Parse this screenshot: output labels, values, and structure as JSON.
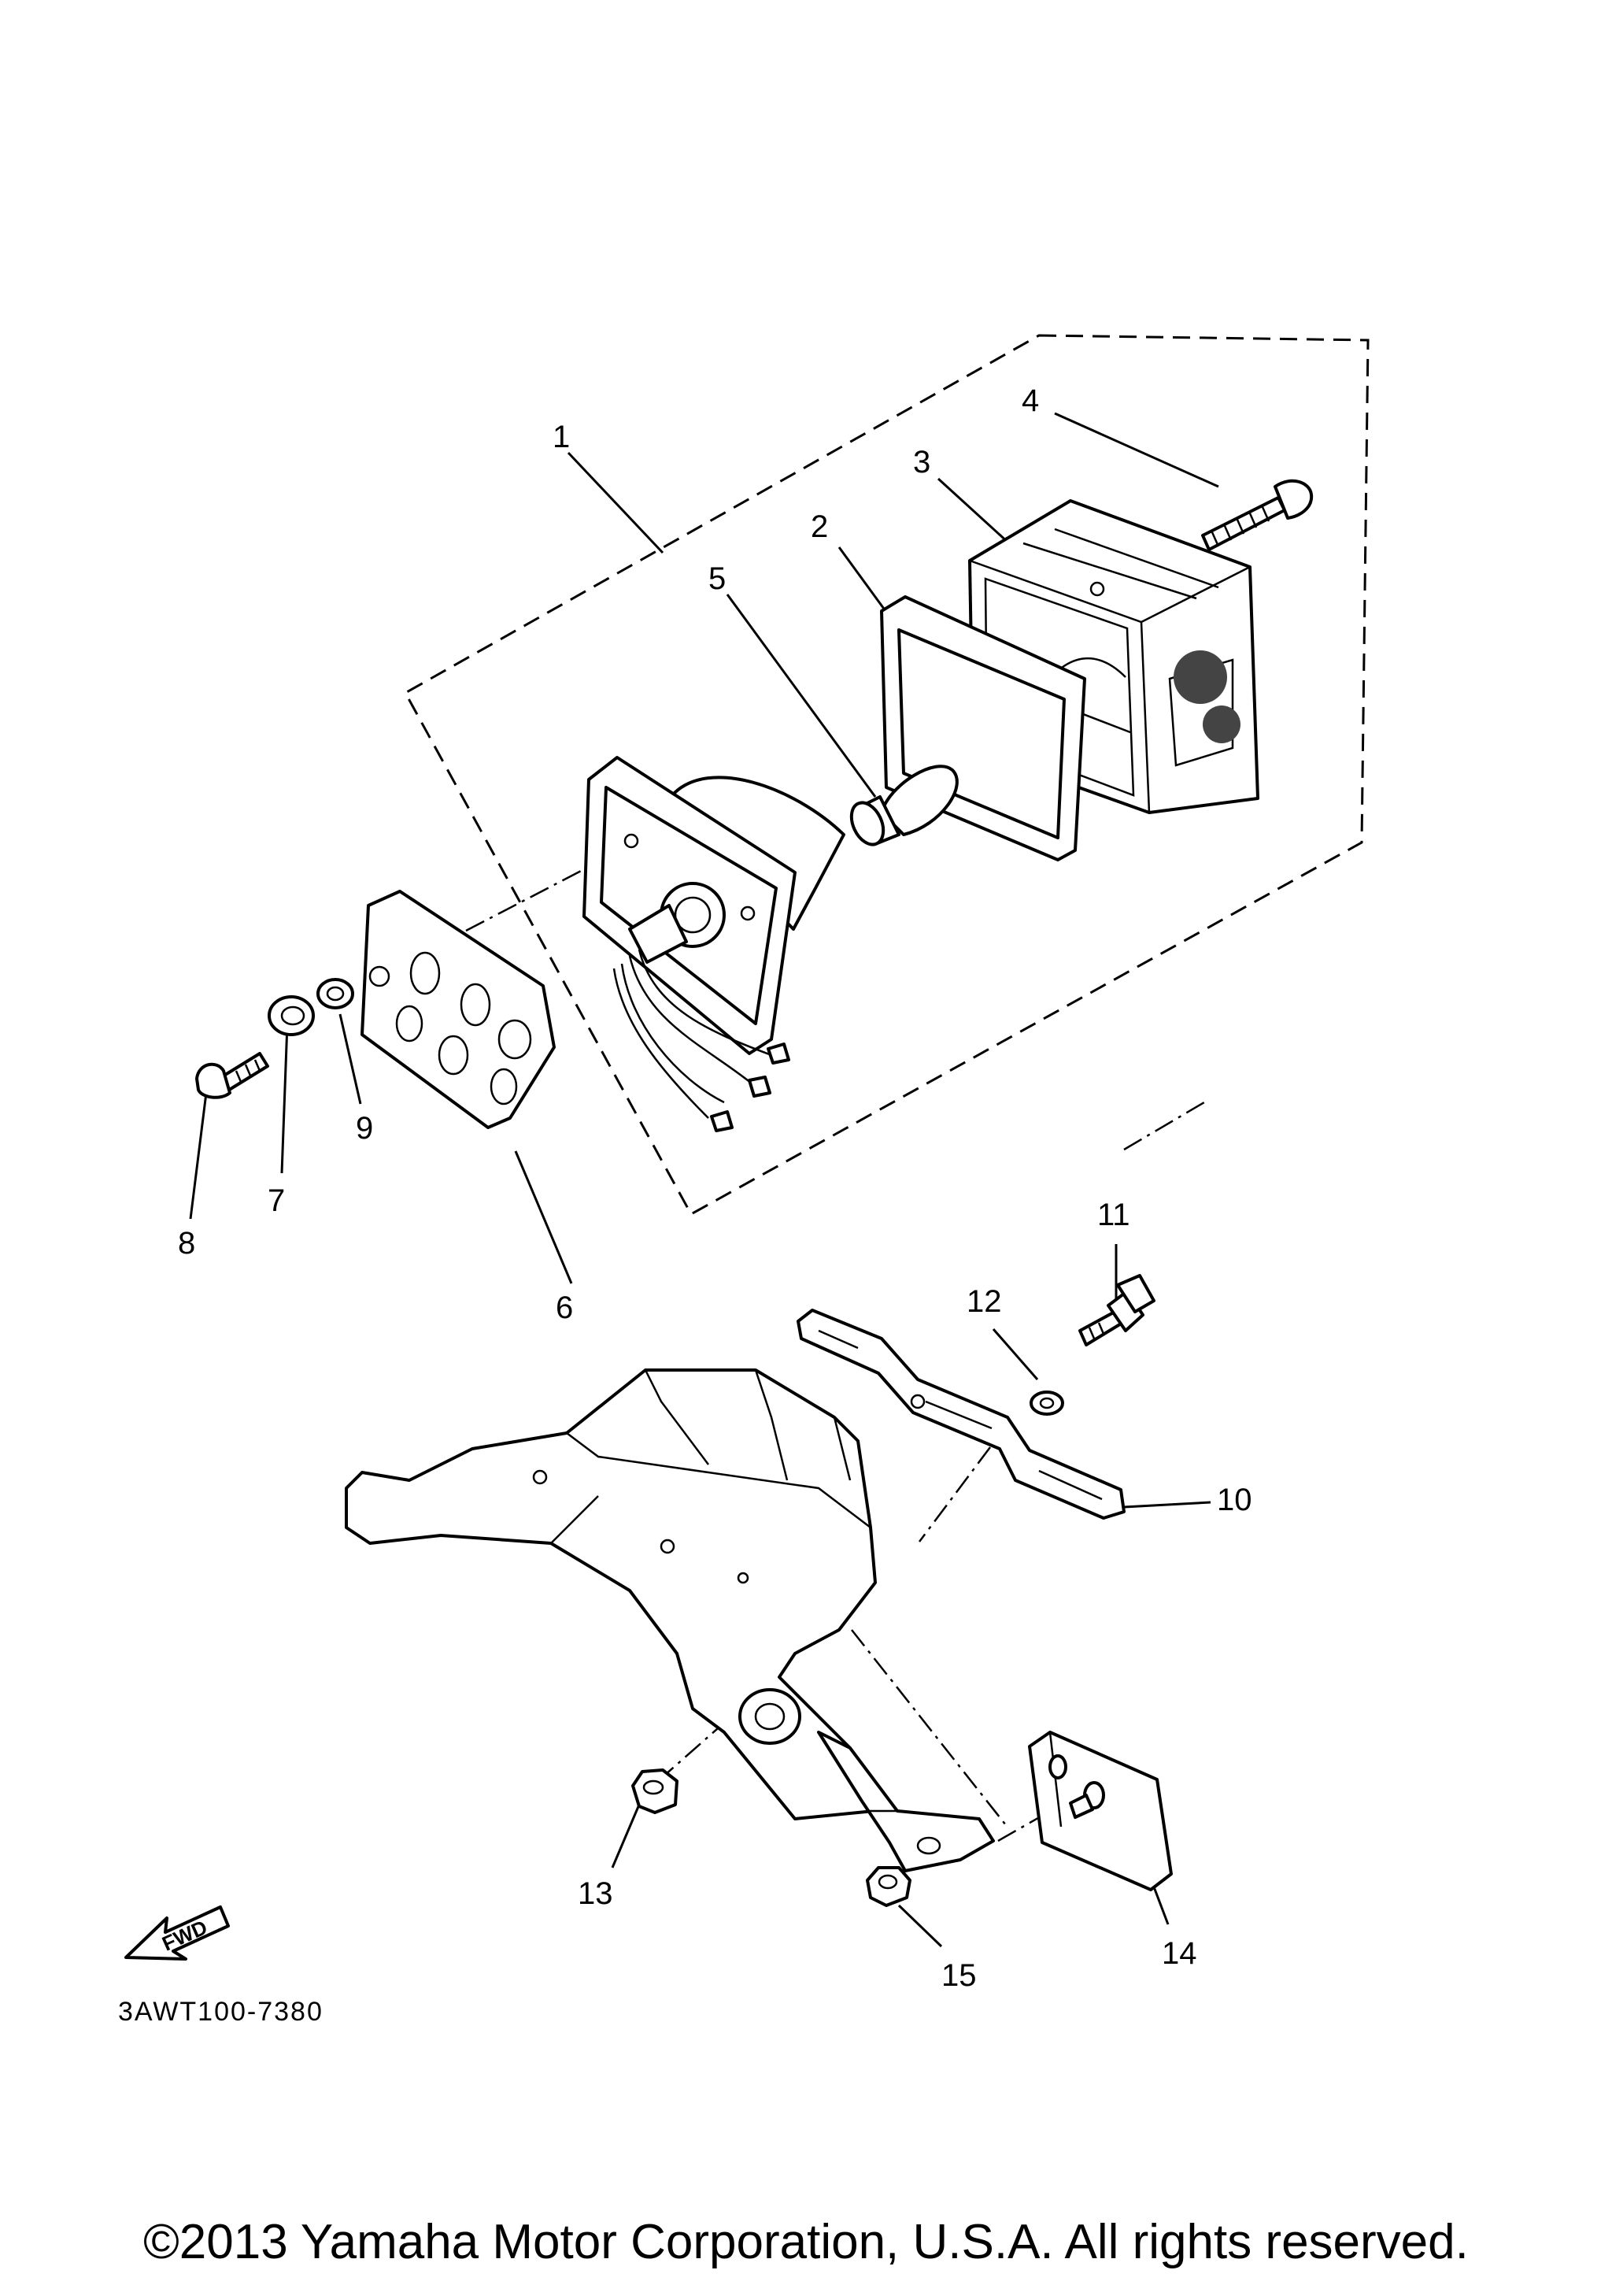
{
  "diagram": {
    "callouts": [
      {
        "id": "1",
        "label": "1"
      },
      {
        "id": "2",
        "label": "2"
      },
      {
        "id": "3",
        "label": "3"
      },
      {
        "id": "4",
        "label": "4"
      },
      {
        "id": "5",
        "label": "5"
      },
      {
        "id": "6",
        "label": "6"
      },
      {
        "id": "7",
        "label": "7"
      },
      {
        "id": "8",
        "label": "8"
      },
      {
        "id": "9",
        "label": "9"
      },
      {
        "id": "10",
        "label": "10"
      },
      {
        "id": "11",
        "label": "11"
      },
      {
        "id": "12",
        "label": "12"
      },
      {
        "id": "13",
        "label": "13"
      },
      {
        "id": "14",
        "label": "14"
      },
      {
        "id": "15",
        "label": "15"
      }
    ],
    "fwd_label": "FWD",
    "drawing_code": "3AWT100-7380"
  },
  "footer": {
    "copyright": "©2013 Yamaha Motor Corporation, U.S.A. All rights reserved."
  }
}
